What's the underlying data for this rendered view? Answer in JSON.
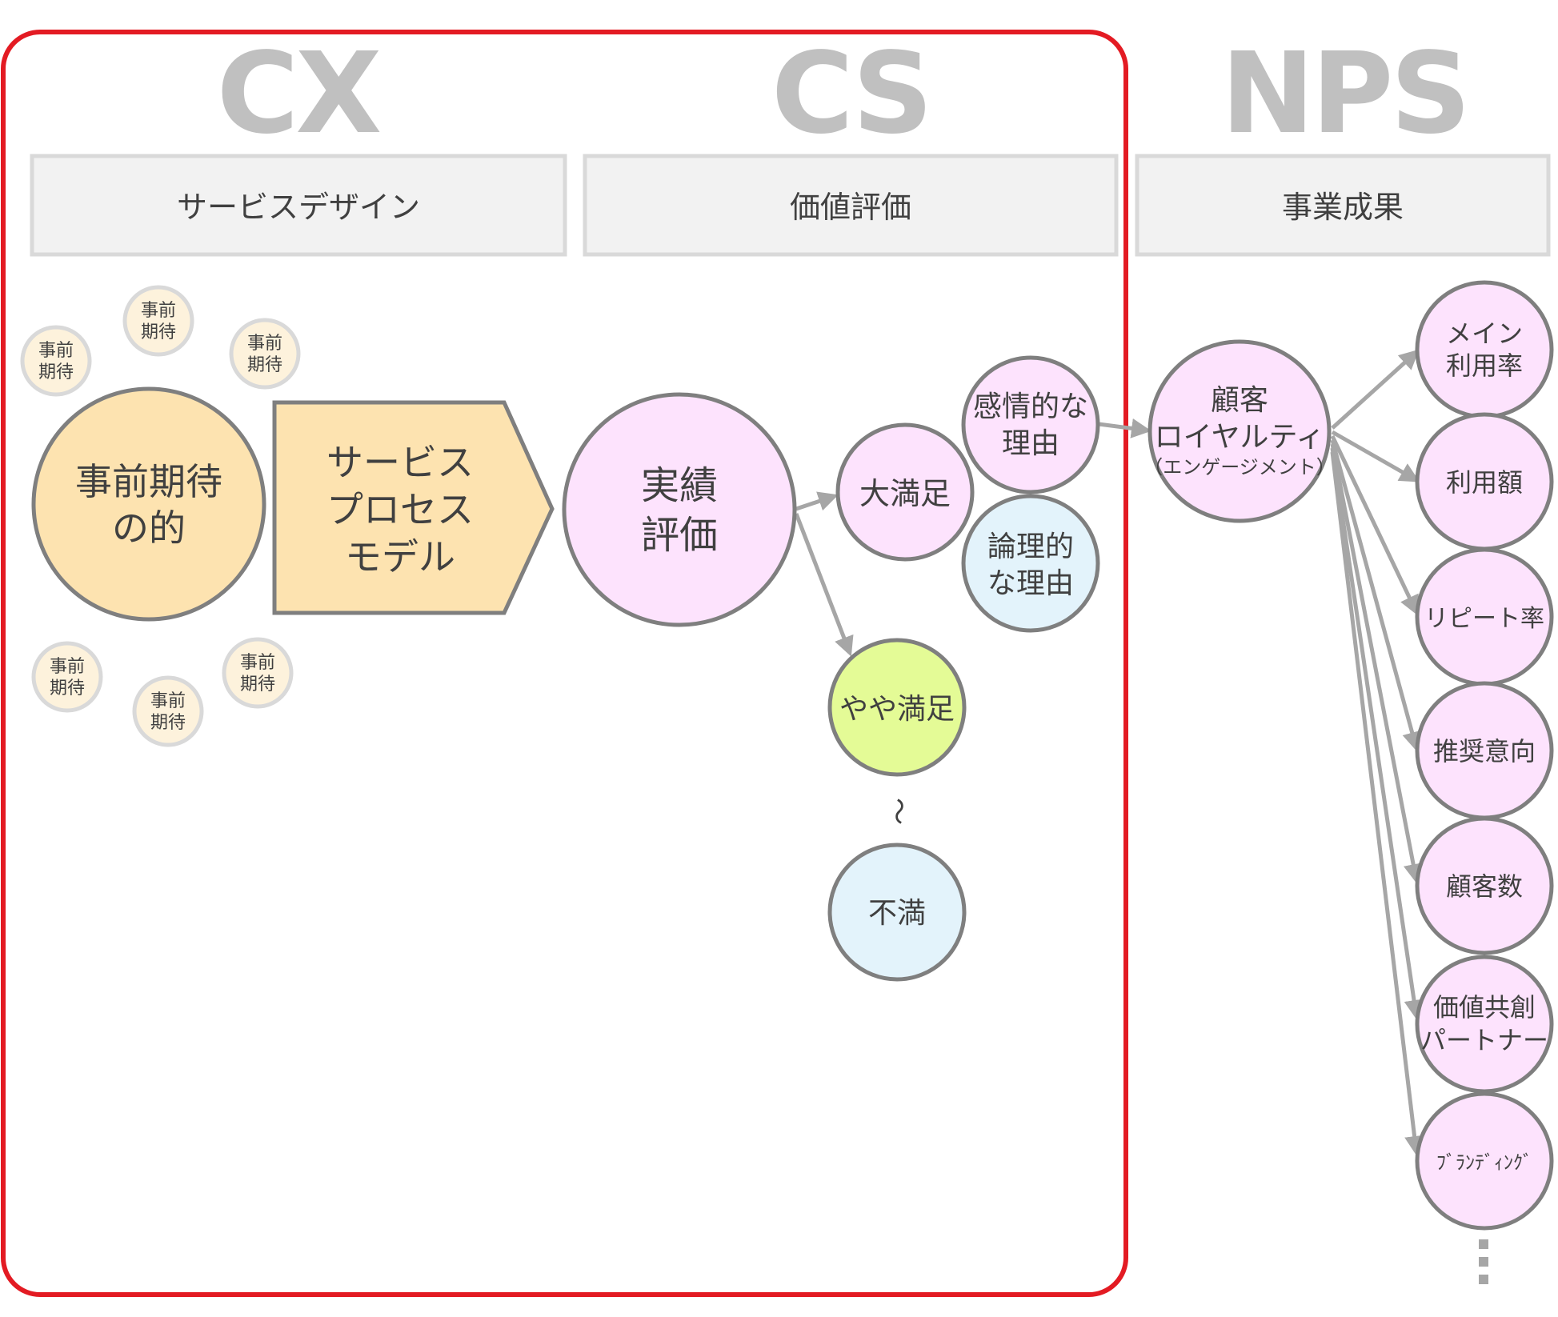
{
  "titles": {
    "cx": "CX",
    "cs": "CS",
    "nps": "NPS"
  },
  "bands": {
    "cx": "サービスデザイン",
    "cs": "価値評価",
    "nps": "事業成果"
  },
  "small_expectations": [
    [
      "事前",
      "期待"
    ],
    [
      "事前",
      "期待"
    ],
    [
      "事前",
      "期待"
    ],
    [
      "事前",
      "期待"
    ],
    [
      "事前",
      "期待"
    ],
    [
      "事前",
      "期待"
    ]
  ],
  "main_expectation": [
    "事前期待",
    "の的"
  ],
  "service_process": [
    "サービス",
    "プロセス",
    "モデル"
  ],
  "actual_evaluation": [
    "実績",
    "評価"
  ],
  "great_satisfaction": "大満足",
  "emotional_reason": [
    "感情的な",
    "理由"
  ],
  "logical_reason": [
    "論理的",
    "な理由"
  ],
  "somewhat_satisfied": "やや満足",
  "tilde": "～",
  "dissatisfied": "不満",
  "loyalty": [
    "顧客",
    "ロイヤルティ",
    "（エンゲージメント）"
  ],
  "outcomes": [
    [
      "メイン",
      "利用率"
    ],
    [
      "利用額"
    ],
    [
      "リピート率"
    ],
    [
      "推奨意向"
    ],
    [
      "顧客数"
    ],
    [
      "価値共創",
      "パートナー"
    ],
    [
      "ﾌﾞﾗﾝﾃﾞｨﾝｸﾞ"
    ]
  ],
  "colors": {
    "frame": "#e31b23",
    "title": "#c0c0c0",
    "band_fill": "#f2f2f2",
    "band_stroke": "#d9d9d9",
    "circle_stroke": "#7f7f7f",
    "arrow": "#a6a6a6",
    "expectation_fill": "#fde3b0",
    "small_fill": "#fdf2dc",
    "pink_fill": "#fde3fd",
    "blue_fill": "#e3f3fb",
    "green_fill": "#e4fb96"
  }
}
